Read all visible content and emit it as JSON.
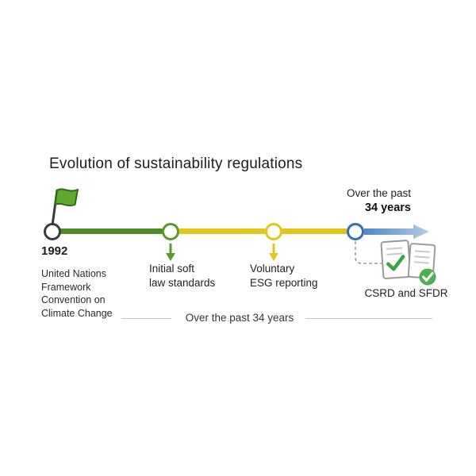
{
  "title": "Evolution of sustainability regulations",
  "timeline": {
    "start": {
      "year": "1992",
      "label": "United Nations\nFramework\nConvention on\nClimate Change"
    },
    "milestones": [
      {
        "label": "Initial soft\nlaw standards"
      },
      {
        "label": "Voluntary\nESG reporting"
      }
    ],
    "end": {
      "caption_top": "Over the past",
      "caption_bold": "34 years",
      "label": "CSRD and SFDR"
    }
  },
  "footer": {
    "caption": "Over the past 34 years"
  },
  "icons": {
    "flag": "flag-icon",
    "documents": "documents-check-icon",
    "badge": "check-badge-icon"
  },
  "colors": {
    "green": "#4e8c27",
    "yellow": "#e3c41b",
    "blue": "#2f6db5",
    "arrow_blue_light": "#b3cde8",
    "check_green": "#4caf50",
    "text": "#1f1f1f"
  }
}
